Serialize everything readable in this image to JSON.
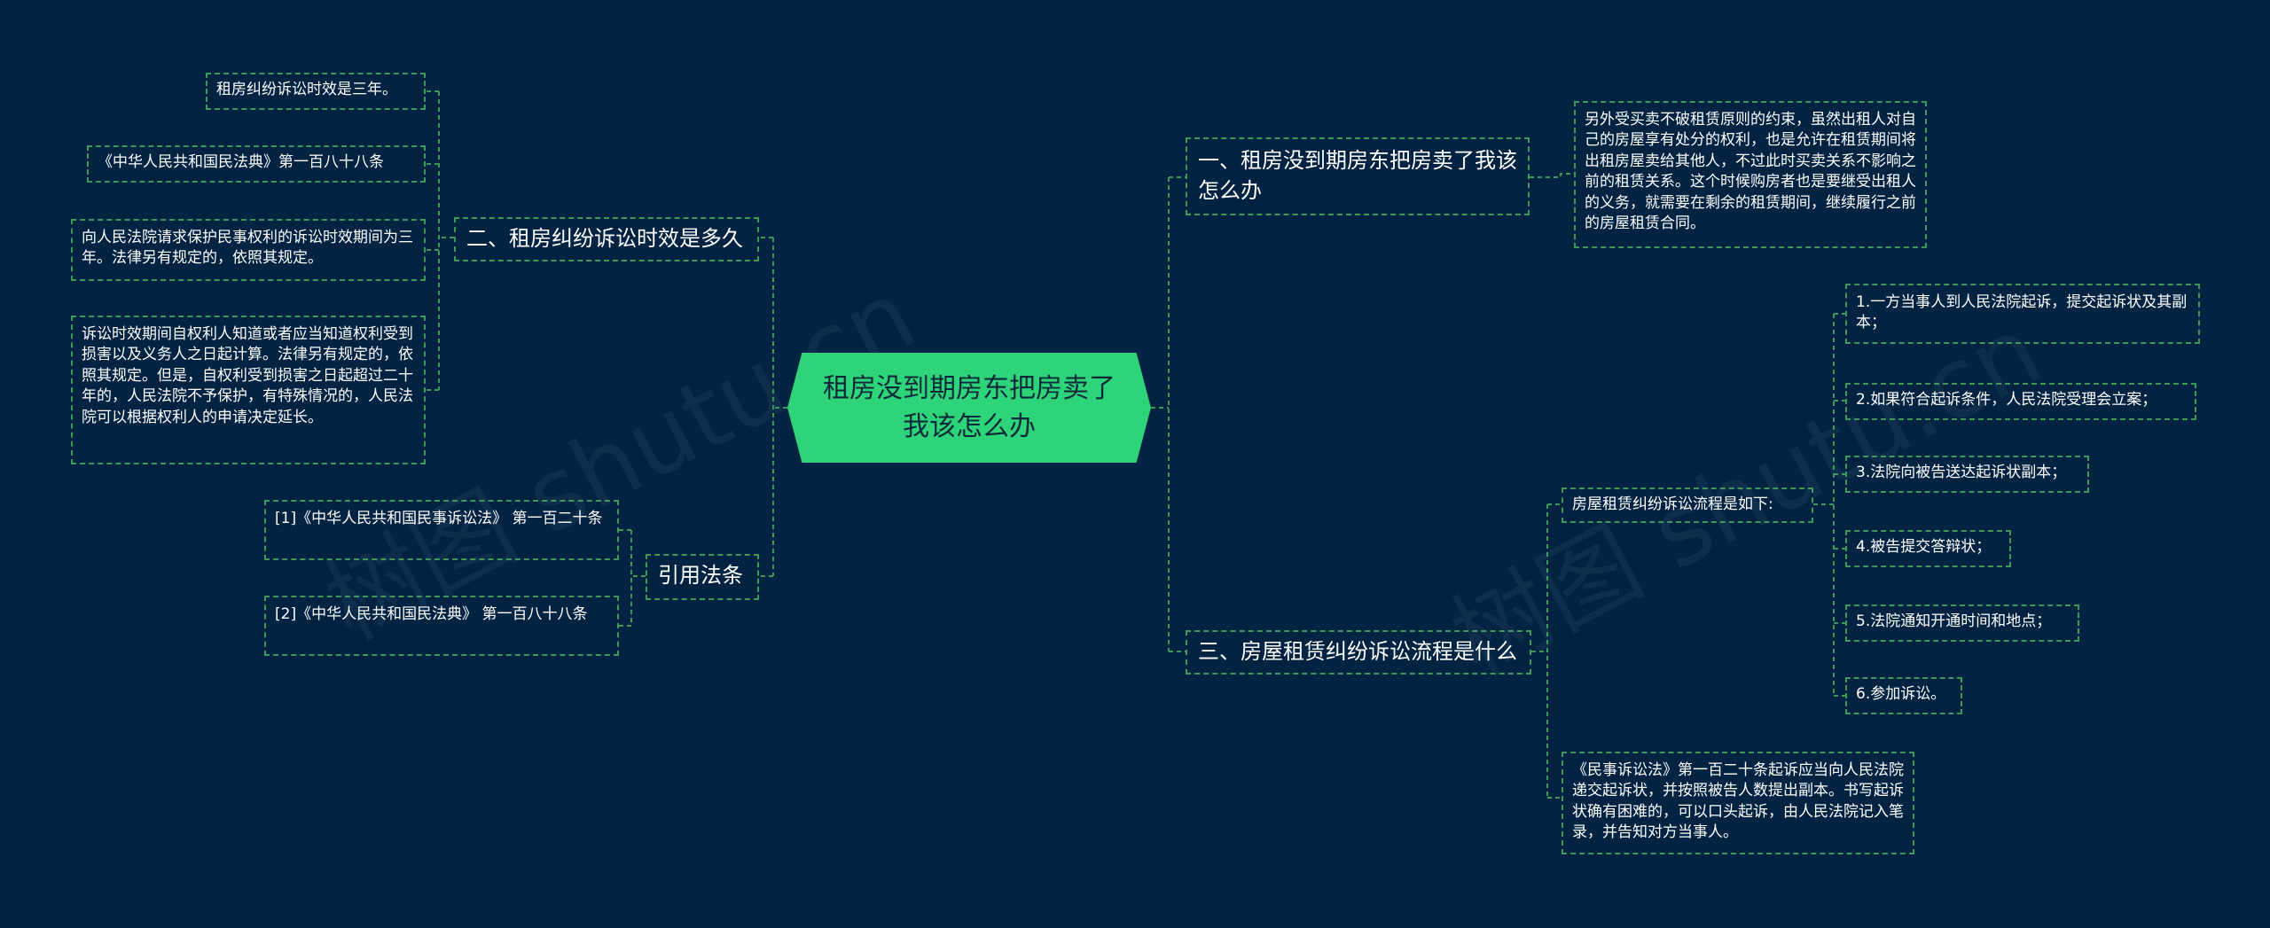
{
  "watermarks": [
    "树图 shutu.cn",
    "树图 shutu.cn"
  ],
  "center": "租房没到期房东把房卖了我该怎么办",
  "branches": {
    "b1": "一、租房没到期房东把房卖了我该怎么办",
    "b2": "二、租房纠纷诉讼时效是多久",
    "b3": "三、房屋租赁纠纷诉讼流程是什么",
    "b4": "引用法条"
  },
  "leaves": {
    "b1_text": "另外受买卖不破租赁原则的约束，虽然出租人对自己的房屋享有处分的权利，也是允许在租赁期间将出租房屋卖给其他人，不过此时买卖关系不影响之前的租赁关系。这个时候购房者也是要继受出租人的义务，就需要在剩余的租赁期间，继续履行之前的房屋租赁合同。",
    "b2_1": "租房纠纷诉讼时效是三年。",
    "b2_2": "《中华人民共和国民法典》第一百八十八条",
    "b2_3": "向人民法院请求保护民事权利的诉讼时效期间为三年。法律另有规定的，依照其规定。",
    "b2_4": "诉讼时效期间自权利人知道或者应当知道权利受到损害以及义务人之日起计算。法律另有规定的，依照其规定。但是，自权利受到损害之日起超过二十年的，人民法院不予保护，有特殊情况的，人民法院可以根据权利人的申请决定延长。",
    "b3_mid": "房屋租赁纠纷诉讼流程是如下:",
    "b3_steps": [
      "1.一方当事人到人民法院起诉，提交起诉状及其副本；",
      "2.如果符合起诉条件，人民法院受理会立案；",
      "3.法院向被告送达起诉状副本；",
      "4.被告提交答辩状；",
      "5.法院通知开通时间和地点；",
      "6.参加诉讼。"
    ],
    "b3_note": "《民事诉讼法》第一百二十条起诉应当向人民法院递交起诉状，并按照被告人数提出副本。书写起诉状确有困难的，可以口头起诉，由人民法院记入笔录，并告知对方当事人。",
    "b4_1": "[1]《中华人民共和国民事诉讼法》 第一百二十条",
    "b4_2": "[2]《中华人民共和国民法典》 第一百八十八条"
  },
  "colors": {
    "background": "#032342",
    "line": "#3f9a58",
    "center_fill": "#2ed47a"
  }
}
